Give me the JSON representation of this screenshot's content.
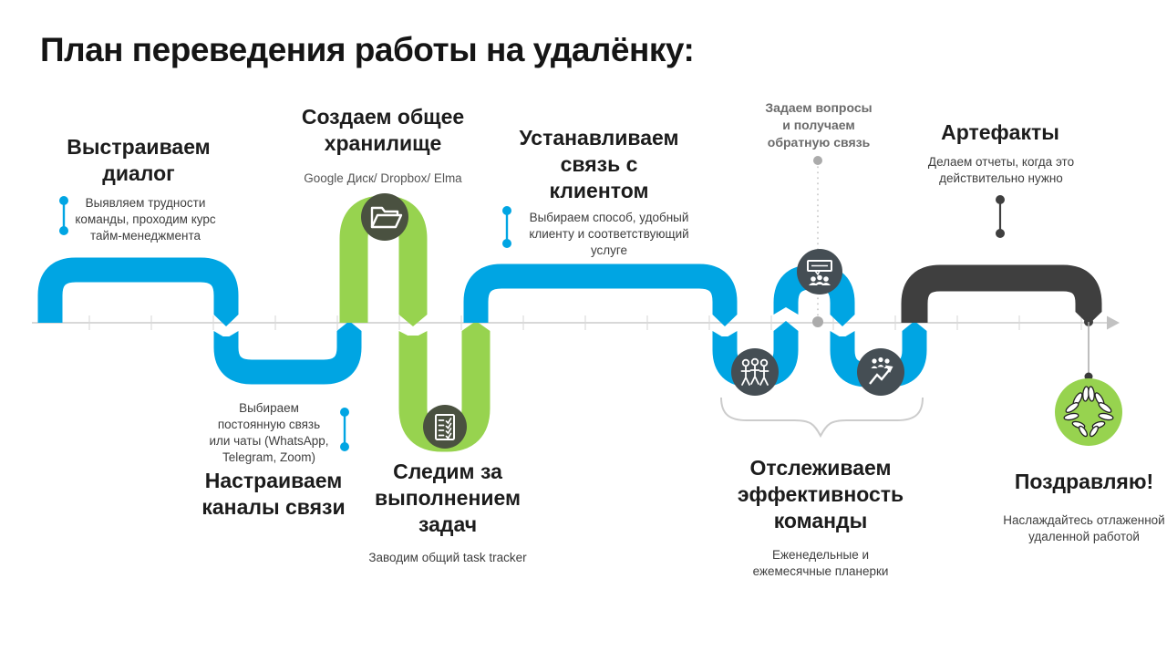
{
  "title": "План переведения работы на удалёнку:",
  "colors": {
    "path_blue": "#00A5E3",
    "path_green": "#97D34F",
    "path_dark": "#3F3F3F",
    "olive_circle": "#4A5140",
    "slate_circle": "#454E54",
    "medal_green": "#97D34F",
    "timeline_gray": "#D8D8D8",
    "note_gray": "#3E3E3E",
    "feedback_gray": "#6B6B6B"
  },
  "steps": {
    "dialog": {
      "heading": [
        "Выстраиваем",
        "диалог"
      ],
      "note": [
        "Выявляем трудности",
        "команды, проходим курс",
        "тайм-менеджмента"
      ]
    },
    "storage": {
      "heading": [
        "Создаем общее",
        "хранилище"
      ],
      "note": [
        "Google Диск/ Dropbox/ Elma"
      ]
    },
    "client": {
      "heading": [
        "Устанавливаем",
        "связь с",
        "клиентом"
      ],
      "note": [
        "Выбираем способ, удобный",
        "клиенту и соответствующий",
        "услуге"
      ]
    },
    "feedback": {
      "heading": [
        "Задаем вопросы",
        "и получаем",
        "обратную связь"
      ]
    },
    "artifacts": {
      "heading": [
        "Артефакты"
      ],
      "note": [
        "Делаем отчеты, когда это",
        "действительно нужно"
      ]
    },
    "channels": {
      "heading": [
        "Настраиваем",
        "каналы связи"
      ],
      "note": [
        "Выбираем",
        "постоянную связь",
        "или чаты (WhatsApp,",
        "Telegram, Zoom)"
      ]
    },
    "tasks": {
      "heading": [
        "Следим за",
        "выполнением",
        "задач"
      ],
      "note": [
        "Заводим общий task tracker"
      ]
    },
    "efficiency": {
      "heading": [
        "Отслеживаем",
        "эффективность",
        "команды"
      ],
      "note": [
        "Еженедельные и",
        "ежемесячные планерки"
      ]
    },
    "congrats": {
      "heading": [
        "Поздравляю!"
      ],
      "note": [
        "Наслаждайтесь отлаженной",
        "удаленной работой"
      ]
    }
  },
  "icons": [
    "open-folder-icon",
    "checklist-icon",
    "video-call-icon",
    "team-icon",
    "growth-chart-icon",
    "laurel-wreath-icon"
  ]
}
